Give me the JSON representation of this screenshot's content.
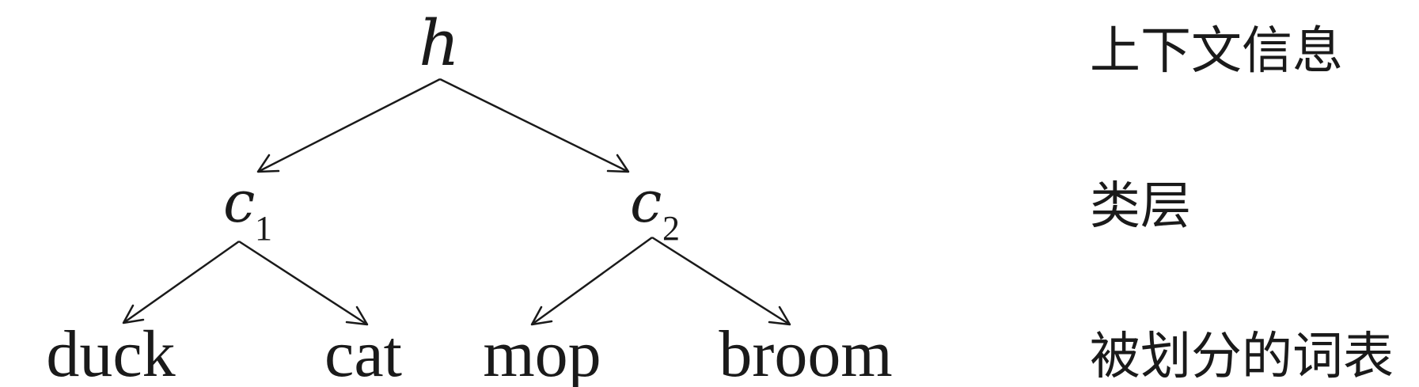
{
  "tree": {
    "root": {
      "symbol": "h"
    },
    "classes": [
      {
        "symbol": "c",
        "subscript": "1"
      },
      {
        "symbol": "c",
        "subscript": "2"
      }
    ],
    "words": [
      "duck",
      "cat",
      "mop",
      "broom"
    ]
  },
  "layer_labels": {
    "context": "上下文信息",
    "class": "类层",
    "vocab": "被划分的词表"
  }
}
